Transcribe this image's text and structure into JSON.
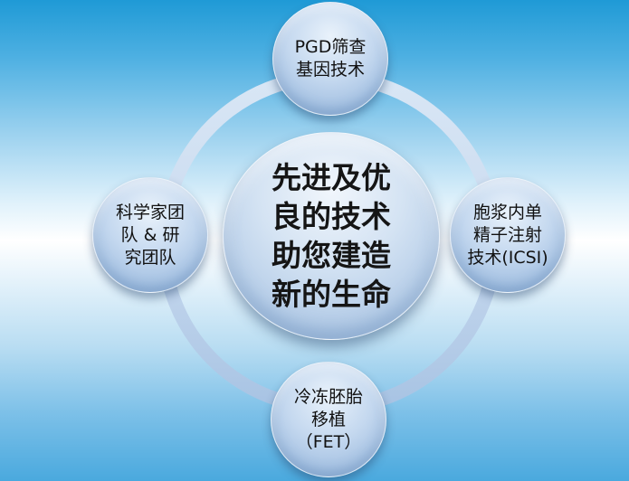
{
  "diagram": {
    "center": {
      "lines": [
        "先进及优",
        "良的技术",
        "助您建造",
        "新的生命"
      ]
    },
    "nodes": {
      "top": {
        "lines": [
          "PGD筛查",
          "基因技术"
        ]
      },
      "right": {
        "lines": [
          "胞浆内单",
          "精子注射",
          "技术(ICSI)"
        ]
      },
      "bottom": {
        "lines": [
          "冷冻胚胎",
          "移植",
          "（FET）"
        ]
      },
      "left": {
        "lines": [
          "科学家团",
          "队 & 研",
          "究团队"
        ]
      }
    }
  },
  "colors": {
    "ring": "#c9daf0",
    "node_fill": "#b5cde9",
    "text": "#111111"
  }
}
